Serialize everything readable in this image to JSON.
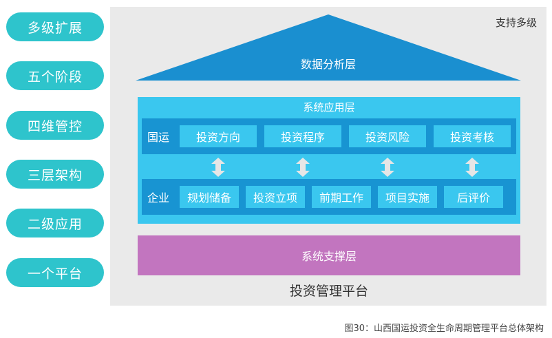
{
  "left_pills": [
    "多级扩展",
    "五个阶段",
    "四维管控",
    "三层架构",
    "二级应用",
    "一个平台"
  ],
  "panel": {
    "corner_label": "支持多级",
    "platform_label": "投资管理平台"
  },
  "roof": {
    "label": "数据分析层"
  },
  "app_layer": {
    "title": "系统应用层",
    "gy_row": {
      "label": "国运",
      "items": [
        "投资方向",
        "投资程序",
        "投资风险",
        "投资考核"
      ]
    },
    "qy_row": {
      "label": "企业",
      "items": [
        "规划储备",
        "投资立项",
        "前期工作",
        "项目实施",
        "后评价"
      ]
    }
  },
  "support_layer": {
    "label": "系统支撑层"
  },
  "caption": "图30：山西国运投资全生命周期管理平台总体架构",
  "colors": {
    "pill": "#2ec4cc",
    "roof": "#1a8fd0",
    "app_layer": "#3ac7ef",
    "row_band": "#1894d2",
    "support_layer": "#c275bf",
    "arrow": "#e6e6e6"
  }
}
